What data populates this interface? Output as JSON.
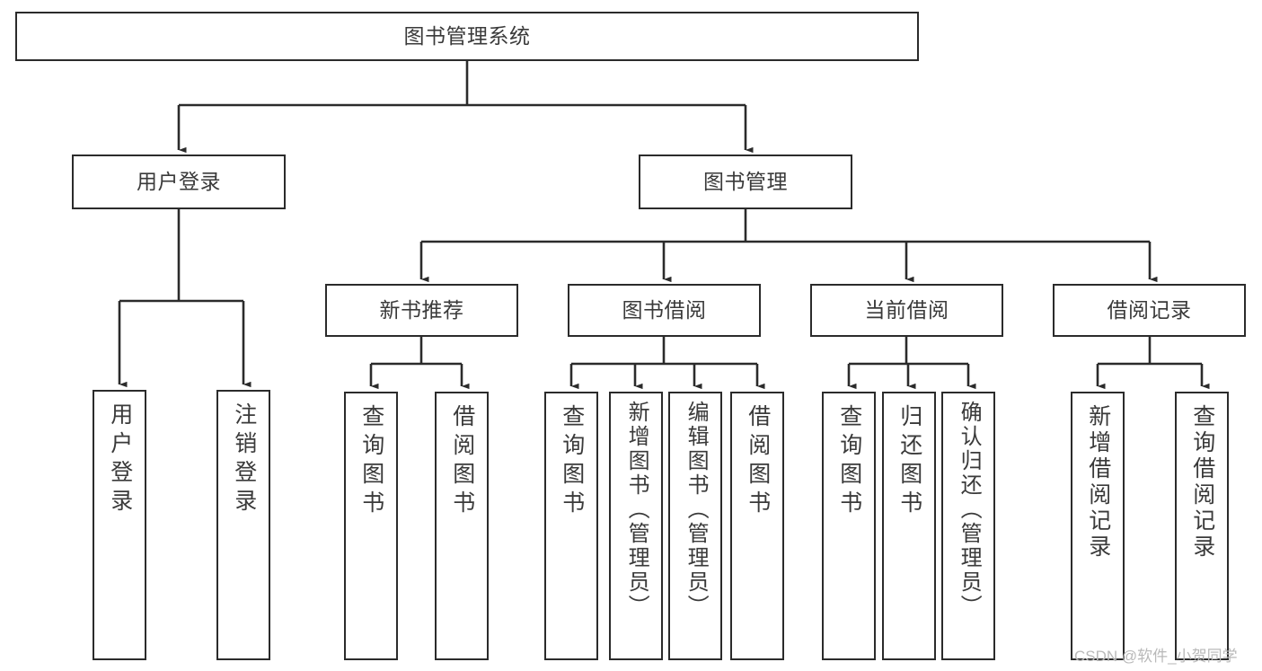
{
  "diagram": {
    "title": "图书管理系统",
    "type": "tree-hierarchy-chart",
    "colors": {
      "background": "#ffffff",
      "box_border": "#2b2b2b",
      "box_fill": "#ffffff",
      "text": "#3a3a3a",
      "edge": "#2b2b2b",
      "watermark": "#b9b9b9"
    },
    "watermark": "CSDN @软件_小贺同学",
    "nodes": {
      "root": {
        "label": "图书管理系统"
      },
      "level1": [
        {
          "label": "用户登录"
        },
        {
          "label": "图书管理"
        }
      ],
      "level2": [
        {
          "label": "新书推荐"
        },
        {
          "label": "图书借阅"
        },
        {
          "label": "当前借阅"
        },
        {
          "label": "借阅记录"
        }
      ],
      "leaves_user_login": [
        {
          "label": "用户登录"
        },
        {
          "label": "注销登录"
        }
      ],
      "leaves_new_books": [
        {
          "label": "查询图书"
        },
        {
          "label": "借阅图书"
        }
      ],
      "leaves_borrow": [
        {
          "label": "查询图书"
        },
        {
          "label": "新增图书（管理员）"
        },
        {
          "label": "编辑图书（管理员）"
        },
        {
          "label": "借阅图书"
        }
      ],
      "leaves_current": [
        {
          "label": "查询图书"
        },
        {
          "label": "归还图书"
        },
        {
          "label": "确认归还（管理员）"
        }
      ],
      "leaves_records": [
        {
          "label": "新增借阅记录"
        },
        {
          "label": "查询借阅记录"
        }
      ]
    }
  }
}
